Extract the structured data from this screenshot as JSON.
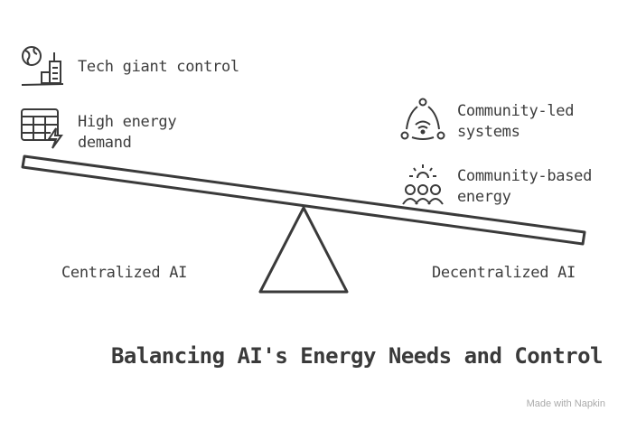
{
  "left_side": {
    "label": "Centralized AI",
    "items": [
      {
        "icon": "globe-city-icon",
        "text": "Tech giant control"
      },
      {
        "icon": "grid-lightning-icon",
        "line1": "High energy",
        "line2": "demand"
      }
    ]
  },
  "right_side": {
    "label": "Decentralized AI",
    "items": [
      {
        "icon": "network-wifi-icon",
        "line1": "Community-led",
        "line2": "systems"
      },
      {
        "icon": "community-sun-icon",
        "line1": "Community-based",
        "line2": "energy"
      }
    ]
  },
  "title": "Balancing AI's Energy Needs and Control",
  "watermark": "Made with Napkin",
  "colors": {
    "stroke": "#3a3a3a",
    "watermark": "#aaaaaa"
  }
}
